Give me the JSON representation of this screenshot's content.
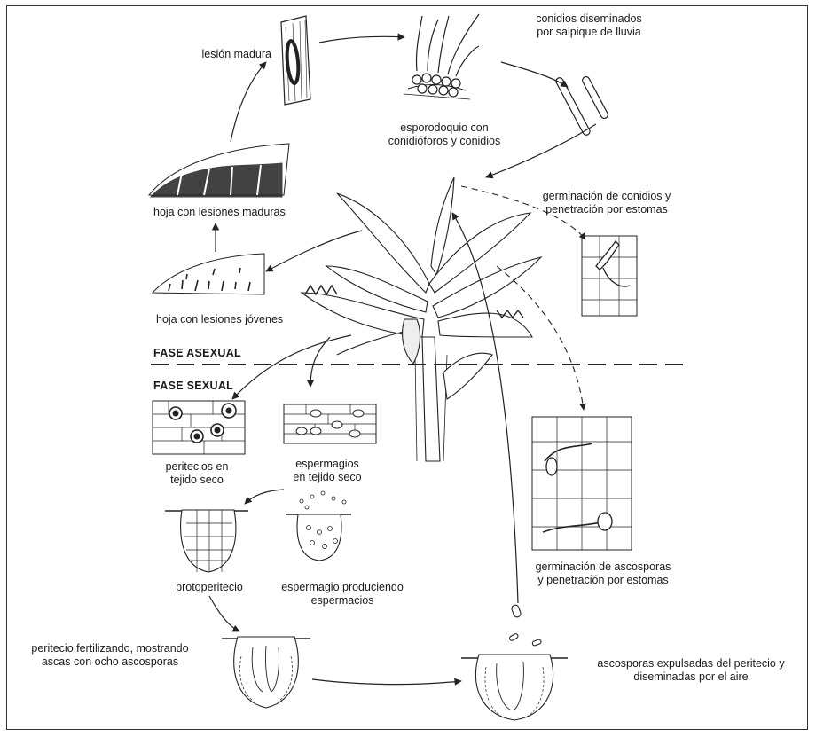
{
  "labels": {
    "lesion_madura": "lesión madura",
    "conidios_diseminados": [
      "conidios diseminados",
      "por salpique de lluvia"
    ],
    "esporodoquio": [
      "esporodoquio con",
      "conidióforos y conidios"
    ],
    "hoja_maduras": "hoja con lesiones maduras",
    "germinacion_conidios": [
      "germinación de conidios y",
      "penetración por estomas"
    ],
    "hoja_jovenes": "hoja con lesiones jóvenes",
    "peritecios": [
      "peritecios en",
      "tejido seco"
    ],
    "espermagios": [
      "espermagios",
      "en tejido seco"
    ],
    "protoperitecio": "protoperitecio",
    "espermagio_produciendo": [
      "espermagio produciendo",
      "espermacios"
    ],
    "germinacion_ascosporas": [
      "germinación de ascosporas",
      "y penetración por estomas"
    ],
    "peritecio_fertilizando": [
      "peritecio fertilizando, mostrando",
      "ascas con ocho ascosporas"
    ],
    "ascosporas_expulsadas": [
      "ascosporas expulsadas del peritecio y",
      "diseminadas por el aire"
    ]
  },
  "phases": {
    "asexual": "FASE ASEXUAL",
    "sexual": "FASE SEXUAL"
  }
}
